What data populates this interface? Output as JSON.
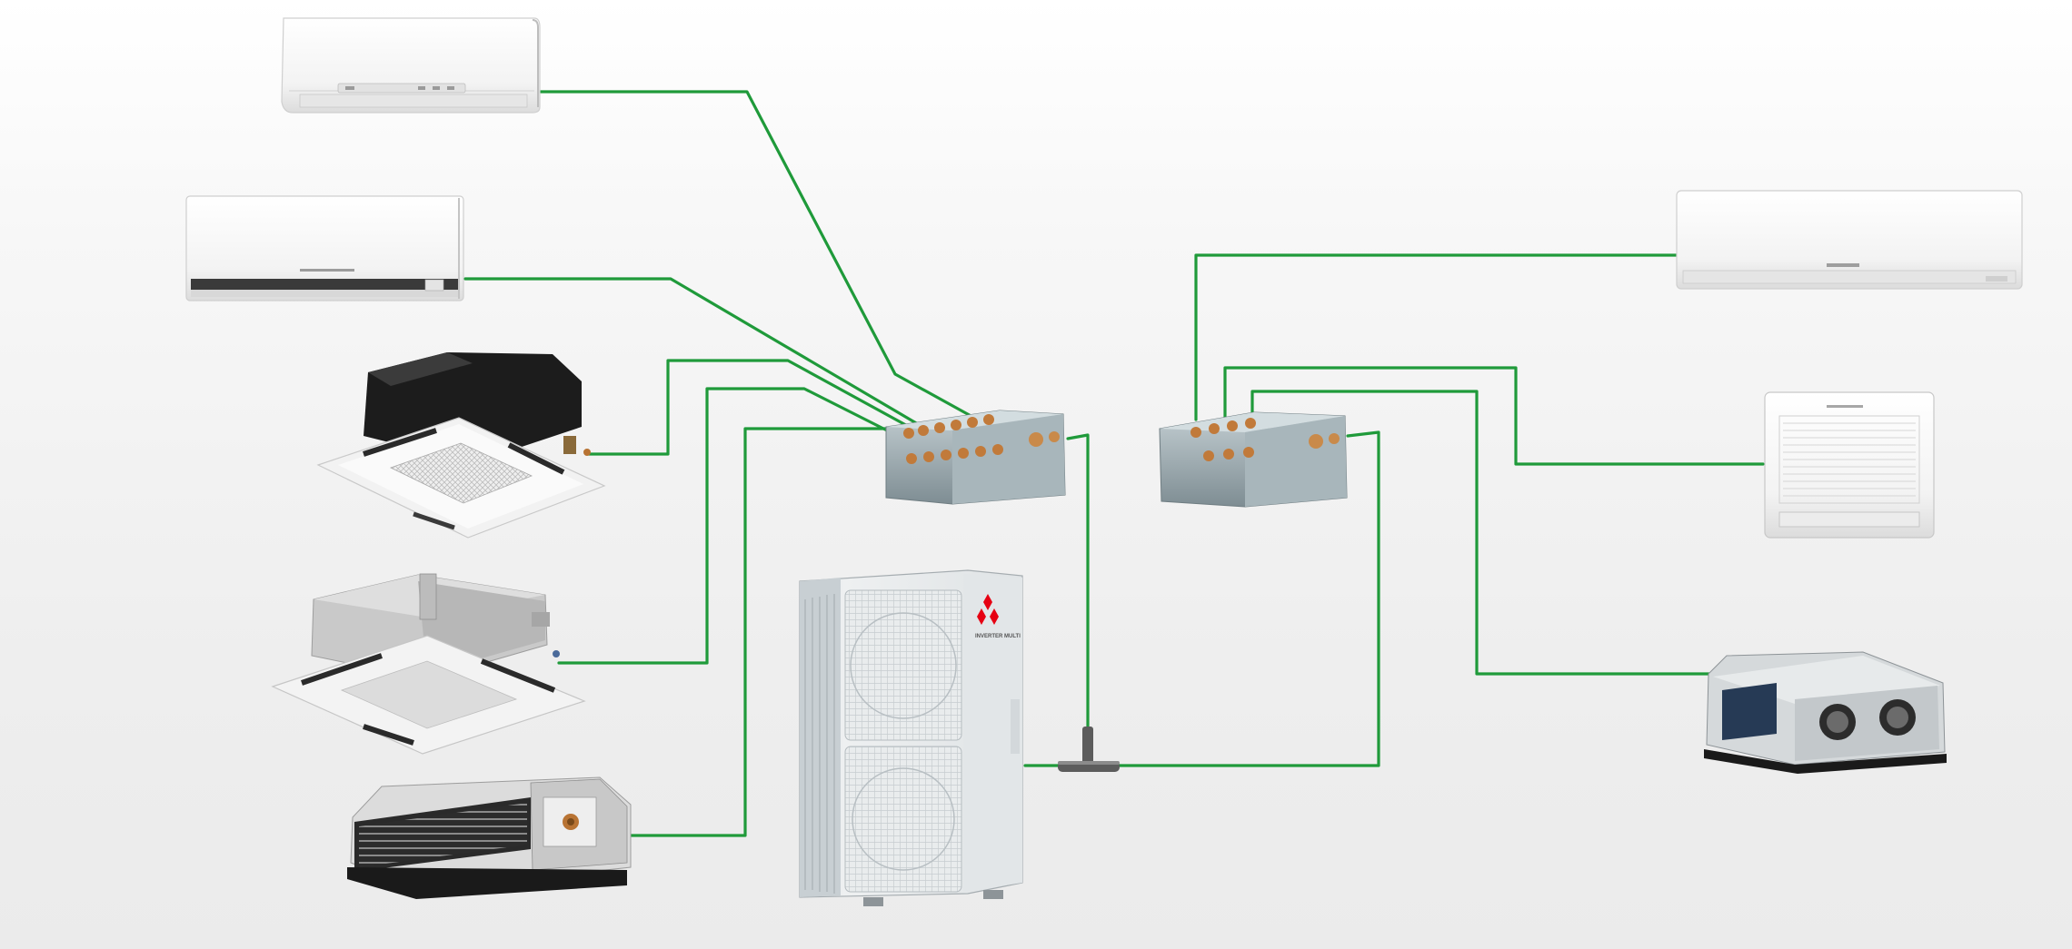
{
  "colors": {
    "pipe": "#1f9a3a",
    "background": "#f1f1f1",
    "unit_white": "#f6f6f6",
    "metal": "#9aa8ad",
    "brand_red": "#e60012"
  },
  "outdoor_unit": {
    "icon": "mitsubishi-three-diamond-logo",
    "label": "INVERTER MULTI"
  },
  "branch_boxes": [
    {
      "name": "branch-box-left",
      "ports": 5
    },
    {
      "name": "branch-box-right",
      "ports": 3
    }
  ],
  "indoor_units": [
    {
      "name": "wall-mounted-unit-1",
      "type": "wall mounted",
      "icon": "wall-unit-icon"
    },
    {
      "name": "wall-mounted-unit-2",
      "type": "wall mounted",
      "icon": "wall-unit-icon"
    },
    {
      "name": "cassette-unit-1",
      "type": "ceiling cassette",
      "icon": "cassette-icon"
    },
    {
      "name": "cassette-unit-2",
      "type": "ceiling cassette",
      "icon": "cassette-icon"
    },
    {
      "name": "ducted-unit-1",
      "type": "ceiling concealed ducted",
      "icon": "duct-unit-icon"
    },
    {
      "name": "wall-mounted-unit-3",
      "type": "wall mounted",
      "icon": "wall-unit-icon"
    },
    {
      "name": "floor-console-unit",
      "type": "floor console",
      "icon": "floor-console-icon"
    },
    {
      "name": "ducted-unit-2",
      "type": "ceiling concealed ducted",
      "icon": "duct-unit-icon"
    }
  ]
}
